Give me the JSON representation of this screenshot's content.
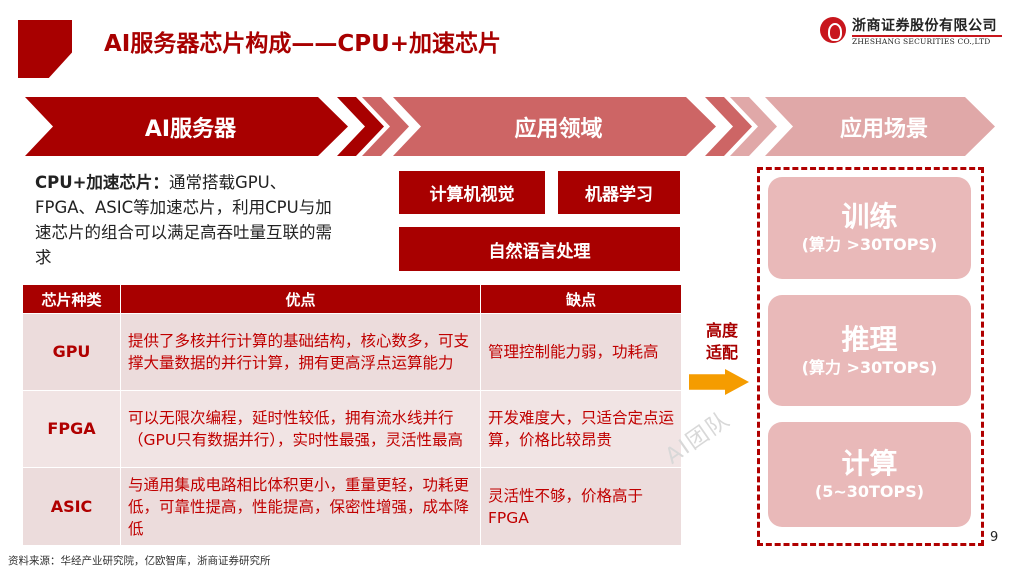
{
  "header": {
    "title": "AI服务器芯片构成——CPU+加速芯片",
    "logo": {
      "name_cn": "浙商证券股份有限公司",
      "name_en": "ZHESHANG SECURITIES CO.,LTD",
      "brand_color": "#c8161d"
    }
  },
  "flow": {
    "steps": [
      {
        "label": "AI服务器",
        "color": "#a80000"
      },
      {
        "label": "应用领域",
        "color": "#cd6565"
      },
      {
        "label": "应用场景",
        "color": "#e0a8a8"
      }
    ]
  },
  "intro": {
    "lead": "CPU+加速芯片：",
    "text": "通常搭载GPU、FPGA、ASIC等加速芯片，利用CPU与加速芯片的组合可以满足高吞吐量互联的需求"
  },
  "domains": [
    {
      "label": "计算机视觉"
    },
    {
      "label": "机器学习"
    },
    {
      "label": "自然语言处理"
    }
  ],
  "table": {
    "headers": [
      "芯片种类",
      "优点",
      "缺点"
    ],
    "rows": [
      {
        "type": "GPU",
        "pros": "提供了多核并行计算的基础结构，核心数多，可支撑大量数据的并行计算，拥有更高浮点运算能力",
        "cons": "管理控制能力弱，功耗高"
      },
      {
        "type": "FPGA",
        "pros": "可以无限次编程，延时性较低，拥有流水线并行（GPU只有数据并行），实时性最强，灵活性最高",
        "cons": "开发难度大，只适合定点运算，价格比较昂贵"
      },
      {
        "type": "ASIC",
        "pros": "与通用集成电路相比体积更小，重量更轻，功耗更低，可靠性提高，性能提高，保密性增强，成本降低",
        "cons": "灵活性不够，价格高于FPGA"
      }
    ]
  },
  "fit": {
    "label": "高度适配",
    "arrow_color": "#f59c00"
  },
  "scenarios": [
    {
      "name": "训练",
      "compute": "(算力 >30TOPS)"
    },
    {
      "name": "推理",
      "compute": "(算力 >30TOPS)"
    },
    {
      "name": "计算",
      "compute": "(5~30TOPS)"
    }
  ],
  "watermark": "AI团队",
  "footer": {
    "source": "资料来源：华经产业研究院，亿欧智库，浙商证券研究所",
    "page": "9"
  },
  "colors": {
    "primary": "#a80000",
    "mid": "#cd6565",
    "light": "#e0a8a8",
    "card": "#e9b9b9",
    "table_cell": "#ecdcdc"
  }
}
